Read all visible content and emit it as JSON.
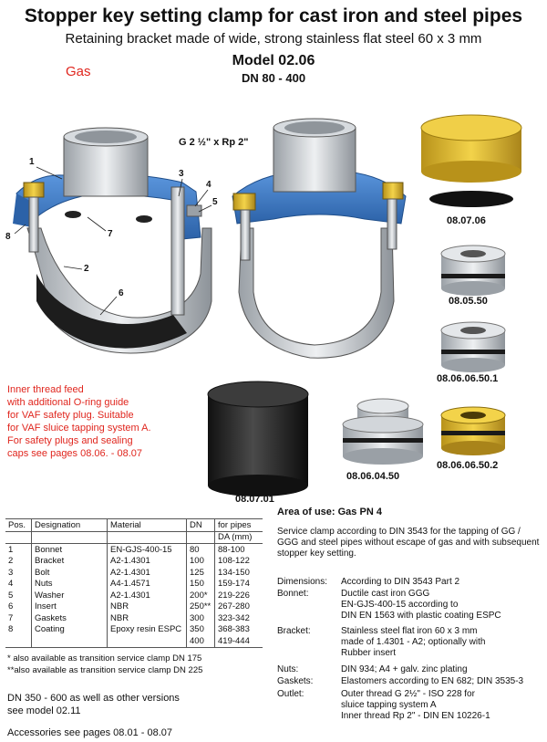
{
  "header": {
    "title": "Stopper key setting clamp for cast iron and steel pipes",
    "subtitle": "Retaining bracket made of wide, strong stainless flat steel 60 x 3 mm",
    "model": "Model 02.06",
    "dn_range": "DN 80 - 400",
    "medium_label": "Gas"
  },
  "figure": {
    "thread_label": "G 2 ½\" x Rp 2\"",
    "callouts": [
      "1",
      "2",
      "3",
      "4",
      "5",
      "6",
      "7",
      "8"
    ],
    "accessories": [
      {
        "code": "08.07.06"
      },
      {
        "code": "08.05.50"
      },
      {
        "code": "08.06.06.50.1"
      },
      {
        "code": "08.06.06.50.2"
      },
      {
        "code": "08.06.04.50"
      },
      {
        "code": "08.07.01"
      }
    ],
    "colors": {
      "bracket": "#3a78c4",
      "insert": "#1f1f1f",
      "steel": "#c8cdd2",
      "brass": "#d9b52c"
    }
  },
  "note_lines": [
    "Inner thread feed",
    "with additional O-ring guide",
    "for VAF safety plug. Suitable",
    "for VAF sluice tapping system A.",
    "For safety plugs and sealing",
    "caps see pages 08.06. - 08.07"
  ],
  "parts_table": {
    "headers": [
      "Pos.",
      "Designation",
      "Material",
      "DN",
      "for pipes"
    ],
    "subheader": "DA (mm)",
    "rows": [
      [
        "1",
        "Bonnet",
        "EN-GJS-400-15",
        "80",
        "88-100"
      ],
      [
        "2",
        "Bracket",
        "A2-1.4301",
        "100",
        "108-122"
      ],
      [
        "3",
        "Bolt",
        "A2-1.4301",
        "125",
        "134-150"
      ],
      [
        "4",
        "Nuts",
        "A4-1.4571",
        "150",
        "159-174"
      ],
      [
        "5",
        "Washer",
        "A2-1.4301",
        "200*",
        "219-226"
      ],
      [
        "6",
        "Insert",
        "NBR",
        "250**",
        "267-280"
      ],
      [
        "7",
        "Gaskets",
        "NBR",
        "300",
        "323-342"
      ],
      [
        "8",
        "Coating",
        "Epoxy resin ESPC",
        "350",
        "368-383"
      ],
      [
        "",
        "",
        "",
        "400",
        "419-444"
      ]
    ],
    "footnotes": [
      "*  also available as transition service clamp DN 175",
      "**also available as transition service clamp DN 225"
    ]
  },
  "bottom_notes": [
    "DN  350 - 600 as well as other versions",
    "see model 02.11",
    "Accessories see pages 08.01 - 08.07"
  ],
  "specs": {
    "area_title": "Area of use:  Gas PN 4",
    "description": "Service clamp according to DIN 3543 for the tapping of GG / GGG and steel pipes without escape of gas and with subsequent stopper key setting.",
    "rows": [
      {
        "label": "Dimensions:",
        "lines": [
          "According to DIN 3543 Part 2"
        ]
      },
      {
        "label": "Bonnet:",
        "lines": [
          "Ductile cast iron GGG",
          "EN-GJS-400-15 according to",
          "DIN EN 1563 with plastic coating ESPC"
        ]
      },
      {
        "label": "Bracket:",
        "lines": [
          "Stainless steel flat iron 60 x 3 mm",
          "made of 1.4301 - A2; optionally with",
          "Rubber insert"
        ]
      },
      {
        "label": "Nuts:",
        "lines": [
          "DIN 934; A4 + galv. zinc plating"
        ]
      },
      {
        "label": "Gaskets:",
        "lines": [
          "Elastomers according to EN 682; DIN 3535-3"
        ]
      },
      {
        "label": "Outlet:",
        "lines": [
          "Outer thread G 2½\" - ISO 228 for",
          "sluice tapping system A",
          "Inner thread Rp 2\" - DIN EN 10226-1"
        ]
      }
    ]
  }
}
